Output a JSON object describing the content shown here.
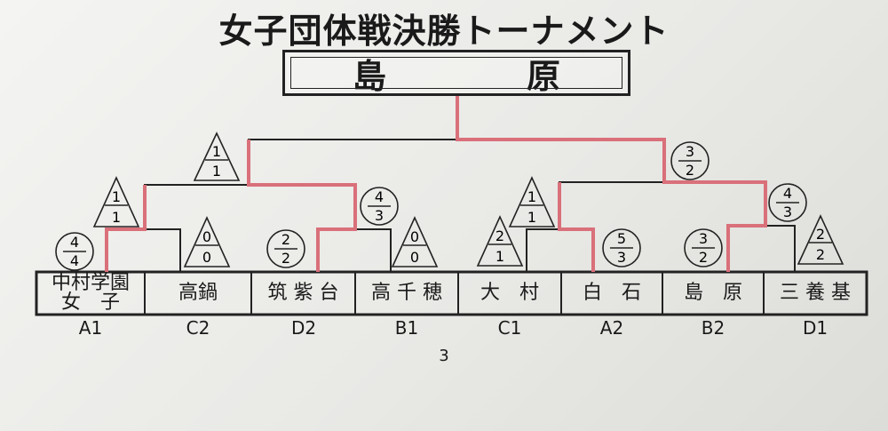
{
  "title": "女子団体戦決勝トーナメント",
  "winner": "島　原",
  "page_number": "3",
  "colors": {
    "line": "#222222",
    "winner_path": "#d9707a"
  },
  "teams": [
    {
      "name_lines": [
        "中村学園",
        "女　子"
      ],
      "seed": "A1"
    },
    {
      "name_lines": [
        "高鍋"
      ],
      "seed": "C2"
    },
    {
      "name_lines": [
        "筑 紫 台"
      ],
      "seed": "D2"
    },
    {
      "name_lines": [
        "高 千 穂"
      ],
      "seed": "B1"
    },
    {
      "name_lines": [
        "大　村"
      ],
      "seed": "C1"
    },
    {
      "name_lines": [
        "白　石"
      ],
      "seed": "A2"
    },
    {
      "name_lines": [
        "島　原"
      ],
      "seed": "B2"
    },
    {
      "name_lines": [
        "三 養 基"
      ],
      "seed": "D1"
    }
  ],
  "scores": [
    {
      "id": "a1",
      "shape": "circle",
      "top": "4",
      "bottom": "4"
    },
    {
      "id": "c2",
      "shape": "triangle",
      "top": "0",
      "bottom": "0"
    },
    {
      "id": "d2",
      "shape": "circle",
      "top": "2",
      "bottom": "2"
    },
    {
      "id": "b1",
      "shape": "triangle",
      "top": "0",
      "bottom": "0"
    },
    {
      "id": "c1",
      "shape": "triangle",
      "top": "2",
      "bottom": "1"
    },
    {
      "id": "a2",
      "shape": "circle",
      "top": "5",
      "bottom": "3"
    },
    {
      "id": "b2",
      "shape": "circle",
      "top": "3",
      "bottom": "2"
    },
    {
      "id": "d1",
      "shape": "triangle",
      "top": "2",
      "bottom": "2"
    },
    {
      "id": "qf1",
      "shape": "triangle",
      "top": "1",
      "bottom": "1"
    },
    {
      "id": "qf2",
      "shape": "circle",
      "top": "4",
      "bottom": "3"
    },
    {
      "id": "qf3",
      "shape": "triangle",
      "top": "1",
      "bottom": "1"
    },
    {
      "id": "qf4",
      "shape": "circle",
      "top": "4",
      "bottom": "3"
    },
    {
      "id": "sf1",
      "shape": "triangle",
      "top": "1",
      "bottom": "1"
    },
    {
      "id": "sf2",
      "shape": "circle",
      "top": "3",
      "bottom": "2"
    }
  ]
}
